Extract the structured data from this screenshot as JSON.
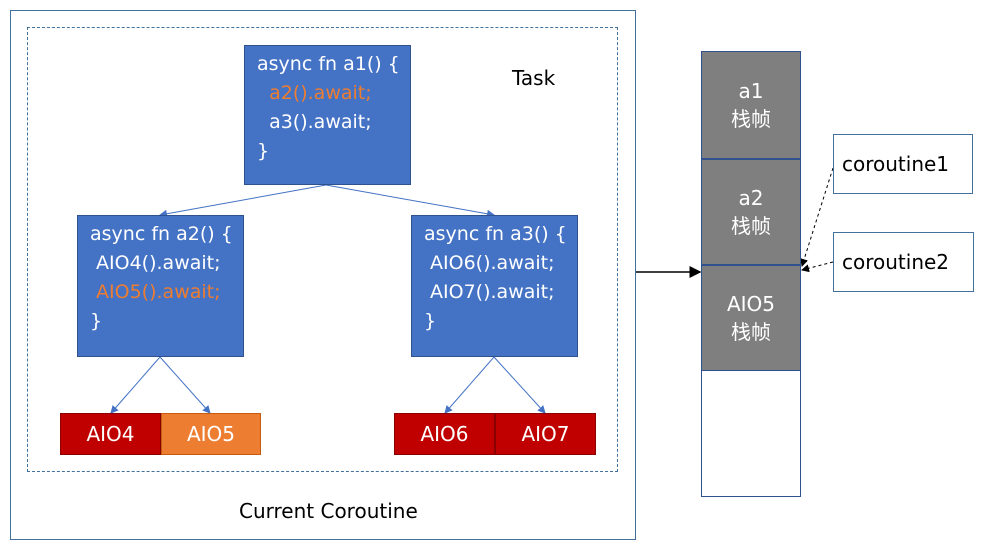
{
  "task_label": "Task",
  "container_label": "Current Coroutine",
  "functions": {
    "a1": [
      "async fn a1() {",
      "  a2().await;",
      "  a3().await;",
      "}"
    ],
    "a2": [
      "async fn a2() {",
      " AIO4().await;",
      " AIO5().await;",
      "}"
    ],
    "a3": [
      "async fn a3() {",
      " AIO6().await;",
      " AIO7().await;",
      "}"
    ]
  },
  "leaves": [
    "AIO4",
    "AIO5",
    "AIO6",
    "AIO7"
  ],
  "stack_frames": [
    {
      "name": "a1",
      "frame": "栈帧"
    },
    {
      "name": "a2",
      "frame": "栈帧"
    },
    {
      "name": "AIO5",
      "frame": "栈帧"
    }
  ],
  "coroutines": [
    "coroutine1",
    "coroutine2"
  ],
  "colors": {
    "function_box": "#4472c4",
    "active_call": "#ed7d31",
    "leaf_idle": "#c00000",
    "leaf_active": "#ed7d31",
    "stack_frame": "#7f7f7f"
  }
}
